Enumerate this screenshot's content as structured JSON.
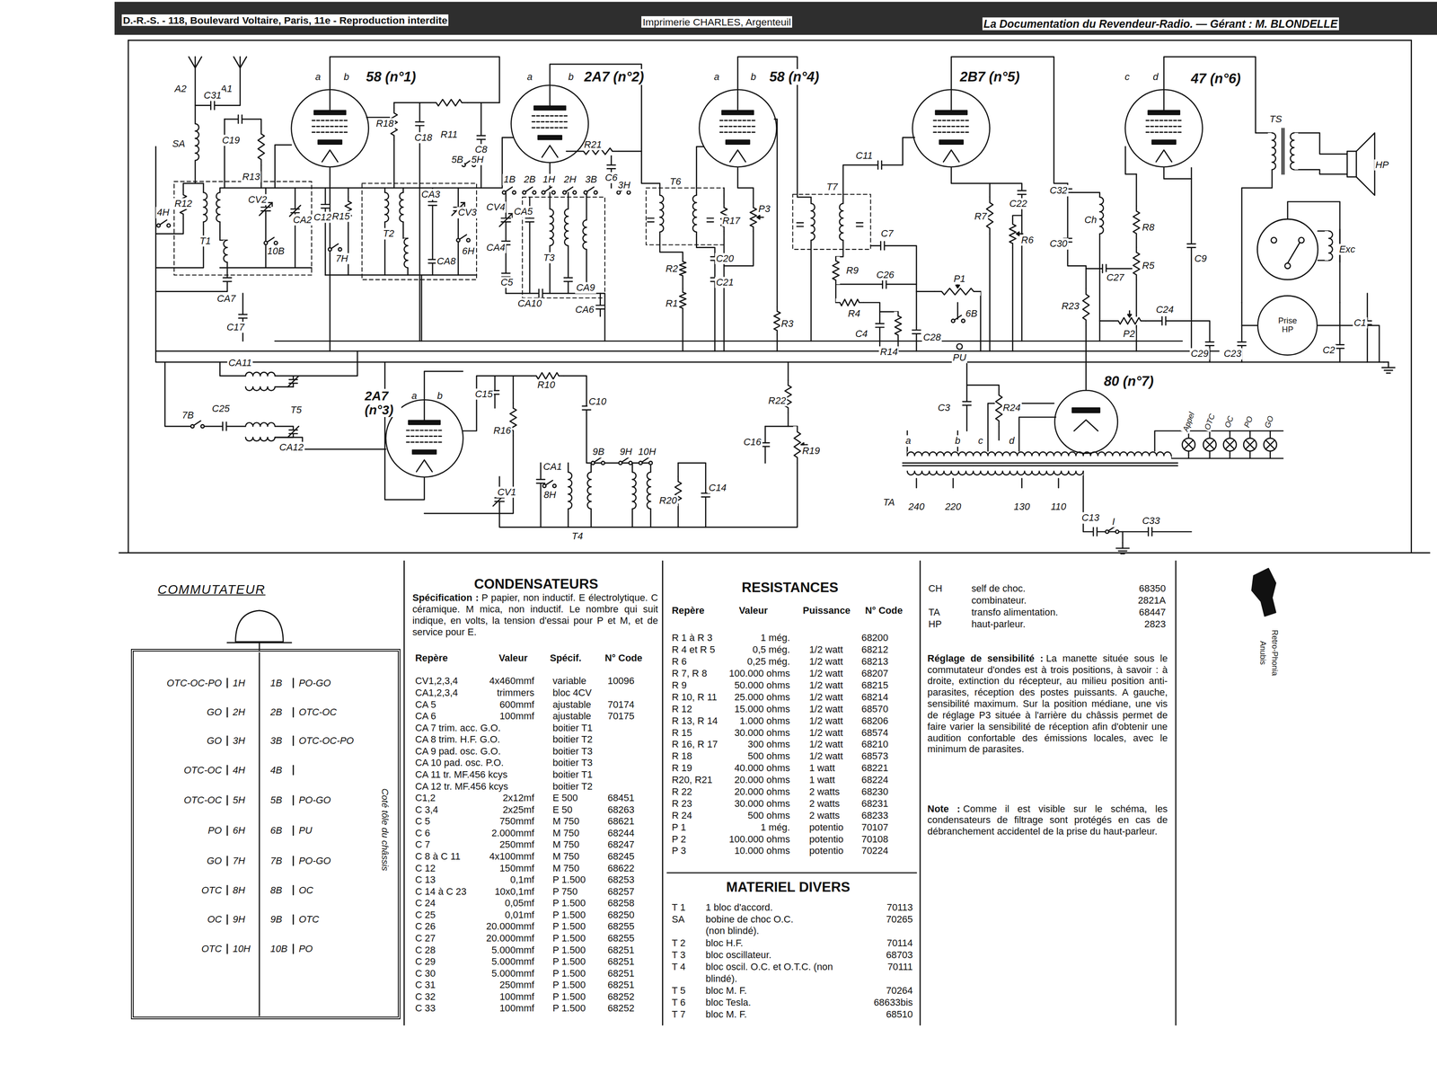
{
  "diagram": {
    "nodes": [
      {
        "text": [
          "58 (n°1)"
        ]
      },
      {
        "text": [
          "2A7 (n°2)"
        ]
      },
      {
        "text": [
          "58 (n°4)"
        ]
      },
      {
        "text": [
          "2B7 (n°5)"
        ]
      },
      {
        "text": [
          "47 (n°6)"
        ]
      },
      {
        "text": [
          "Prise HP"
        ]
      },
      {
        "text": [
          "2A7 (n°3)"
        ]
      },
      {
        "text": [
          "80 (n°7)"
        ]
      },
      {
        "text": [
          "COMMUTATEUR"
        ]
      }
    ],
    "labels": [
      "D.-R.-S. - 118, Boulevard Voltaire, Paris, 11e - Reproduction interdite",
      "Imprimerie CHARLES, Argenteuil",
      "La Documentation du Revendeur-Radio. — Gérant : M. BLONDELLE",
      "A2",
      "A1",
      "C31",
      "SA",
      "C19",
      "R13",
      "a",
      "b",
      "R18",
      "C18",
      "R11",
      "C8",
      "5B",
      "5H",
      "R21",
      "C6",
      "1B",
      "2B",
      "1H",
      "2H",
      "3B",
      "3H",
      "a",
      "b",
      "CV4",
      "CA5",
      "CA4",
      "T3",
      "C5",
      "CA9",
      "CA10",
      "CA6",
      "R12",
      "4H",
      "CV2",
      "CA2",
      "T1",
      "10B",
      "CA7",
      "C12",
      "R15",
      "T2",
      "CA3",
      "CV3",
      "7H",
      "6H",
      "CA8",
      "a",
      "b",
      "T6",
      "R17",
      "P3",
      "R2",
      "C20",
      "C21",
      "R1",
      "R3",
      "C11",
      "T7",
      "C7",
      "R9",
      "C26",
      "R4",
      "C4",
      "R14",
      "C28",
      "6B",
      "PU",
      "P1",
      "R7",
      "C22",
      "R6",
      "c",
      "d",
      "C32",
      "Ch",
      "C30",
      "R8",
      "C27",
      "R5",
      "C9",
      "R23",
      "C24",
      "P2",
      "C29",
      "C23",
      "C2",
      "C1",
      "TS",
      "HP",
      "Exc",
      "C17",
      "CA11",
      "T5",
      "C25",
      "7B",
      "CA12",
      "a",
      "b",
      "C15",
      "R16",
      "R10",
      "C10",
      "9B",
      "9H",
      "10H",
      "CA1",
      "8H",
      "CV1",
      "T4",
      "R20",
      "C14",
      "R22",
      "R19",
      "C16",
      "C3",
      "R24",
      "TA",
      "a",
      "b",
      "c",
      "d",
      "240",
      "220",
      "130",
      "110",
      "C13",
      "I",
      "C33",
      "Appel",
      "OTC",
      "OC",
      "PO",
      "GO",
      "Coté tôle du châssis",
      "OTC-OC-PO",
      "1H",
      "1B",
      "PO-GO",
      "GO",
      "2H",
      "2B",
      "OTC-OC",
      "GO",
      "3H",
      "3B",
      "OTC-OC-PO",
      "OTC-OC",
      "4H",
      "4B",
      "OTC-OC",
      "5H",
      "5B",
      "PO-GO",
      "PO",
      "6H",
      "6B",
      "PU",
      "GO",
      "7H",
      "7B",
      "PO-GO",
      "OTC",
      "8H",
      "8B",
      "OC",
      "OC",
      "9H",
      "9B",
      "OTC",
      "OTC",
      "10H",
      "10B",
      "PO",
      "CONDENSATEURS",
      "Spécification :",
      "P papier, non inductif. E électrolytique. C céramique. M mica, non inductif. Le nombre qui suit indique, en volts, la tension d'essai pour P et M, et de service pour E.",
      "Repère",
      "Valeur",
      "Spécif.",
      "N° Code",
      "CV1,2,3,4",
      "4x460mmf",
      "variable",
      "10096",
      "CA1,2,3,4",
      "trimmers",
      "bloc 4CV",
      "CA 5",
      "600mmf",
      "ajustable",
      "70174",
      "CA 6",
      "100mmf",
      "ajustable",
      "70175",
      "CA 7 trim. acc. G.O.",
      "boitier T1",
      "CA 8 trim. H.F. G.O.",
      "boitier T2",
      "CA 9 pad. osc. G.O.",
      "boitier T3",
      "CA 10 pad. osc. P.O.",
      "boitier T3",
      "CA 11 tr. MF.456 kcys",
      "boitier T1",
      "CA 12 tr. MF.456 kcys",
      "boitier T2",
      "C1,2",
      "2x12mf",
      "E 500",
      "68451",
      "C 3,4",
      "2x25mf",
      "E 50",
      "68263",
      "C 5",
      "750mmf",
      "M 750",
      "68621",
      "C 6",
      "2.000mmf",
      "M 750",
      "68244",
      "C 7",
      "250mmf",
      "M 750",
      "68247",
      "C 8 à C 11",
      "4x100mmf",
      "M 750",
      "68245",
      "C 12",
      "150mmf",
      "M 750",
      "68622",
      "C 13",
      "0,1mf",
      "P 1.500",
      "68253",
      "C 14 à C 23",
      "10x0,1mf",
      "P 750",
      "68257",
      "C 24",
      "0,05mf",
      "P 1.500",
      "68258",
      "C 25",
      "0,01mf",
      "P 1.500",
      "68250",
      "C 26",
      "20.000mmf",
      "P 1.500",
      "68255",
      "C 27",
      "20.000mmf",
      "P 1.500",
      "68255",
      "C 28",
      "5.000mmf",
      "P 1.500",
      "68251",
      "C 29",
      "5.000mmf",
      "P 1.500",
      "68251",
      "C 30",
      "5.000mmf",
      "P 1.500",
      "68251",
      "C 31",
      "250mmf",
      "P 1.500",
      "68251",
      "C 32",
      "100mmf",
      "P 1.500",
      "68252",
      "C 33",
      "100mmf",
      "P 1.500",
      "68252",
      "RESISTANCES",
      "Repère",
      "Valeur",
      "Puissance",
      "N° Code",
      "R 1 à R 3",
      "1 még.",
      "68200",
      "R 4 et R 5",
      "0,5 még.",
      "1/2 watt",
      "68212",
      "R 6",
      "0,25 még.",
      "1/2 watt",
      "68213",
      "R 7, R 8",
      "100.000 ohms",
      "1/2 watt",
      "68207",
      "R 9",
      "50.000 ohms",
      "1/2 watt",
      "68215",
      "R 10, R 11",
      "25.000 ohms",
      "1/2 watt",
      "68214",
      "R 12",
      "15.000 ohms",
      "1/2 watt",
      "68570",
      "R 13, R 14",
      "1.000 ohms",
      "1/2 watt",
      "68206",
      "R 15",
      "30.000 ohms",
      "1/2 watt",
      "68574",
      "R 16, R 17",
      "300 ohms",
      "1/2 watt",
      "68210",
      "R 18",
      "500 ohms",
      "1/2 watt",
      "68573",
      "R 19",
      "40.000 ohms",
      "1 watt",
      "68221",
      "R20, R21",
      "20.000 ohms",
      "1 watt",
      "68224",
      "R 22",
      "20.000 ohms",
      "2 watts",
      "68230",
      "R 23",
      "30.000 ohms",
      "2 watts",
      "68231",
      "R 24",
      "500 ohms",
      "2 watts",
      "68233",
      "P 1",
      "1 még.",
      "potentio",
      "70107",
      "P 2",
      "100.000 ohms",
      "potentio",
      "70108",
      "P 3",
      "10.000 ohms",
      "potentio",
      "70224",
      "MATERIEL DIVERS",
      "T 1",
      "1 bloc d'accord.",
      "70113",
      "SA",
      "bobine de choc O.C. (non blindé).",
      "70265",
      "T 2",
      "bloc H.F.",
      "70114",
      "T 3",
      "bloc oscillateur.",
      "68703",
      "T 4",
      "bloc oscil. O.C. et O.T.C. (non blindé).",
      "70111",
      "T 5",
      "bloc M. F.",
      "70264",
      "T 6",
      "bloc Tesla.",
      "68633bis",
      "T 7",
      "bloc M. F.",
      "68510",
      "CH",
      "self de choc.",
      "68350",
      "combinateur.",
      "2821A",
      "TA",
      "transfo alimentation.",
      "68447",
      "HP",
      "haut-parleur.",
      "2823",
      "Réglage de sensibilité :",
      "La manette située sous le commutateur d'ondes est à trois positions, à savoir : à droite, extinction du récepteur, au milieu position anti-parasites, réception des postes puissants. A gauche, sensibilité maximum. Sur la position médiane, une vis de réglage P3 située à l'arrière du châssis permet de faire varier la sensibilité de réception afin d'obtenir une audition confortable des émissions locales, avec le minimum de parasites.",
      "Note :",
      "Comme il est visible sur le schéma, les condensateurs de filtrage sont protégés en cas de débranchement accidentel de la prise du haut-parleur.",
      "Anubis",
      "Retro-Phonia"
    ]
  }
}
